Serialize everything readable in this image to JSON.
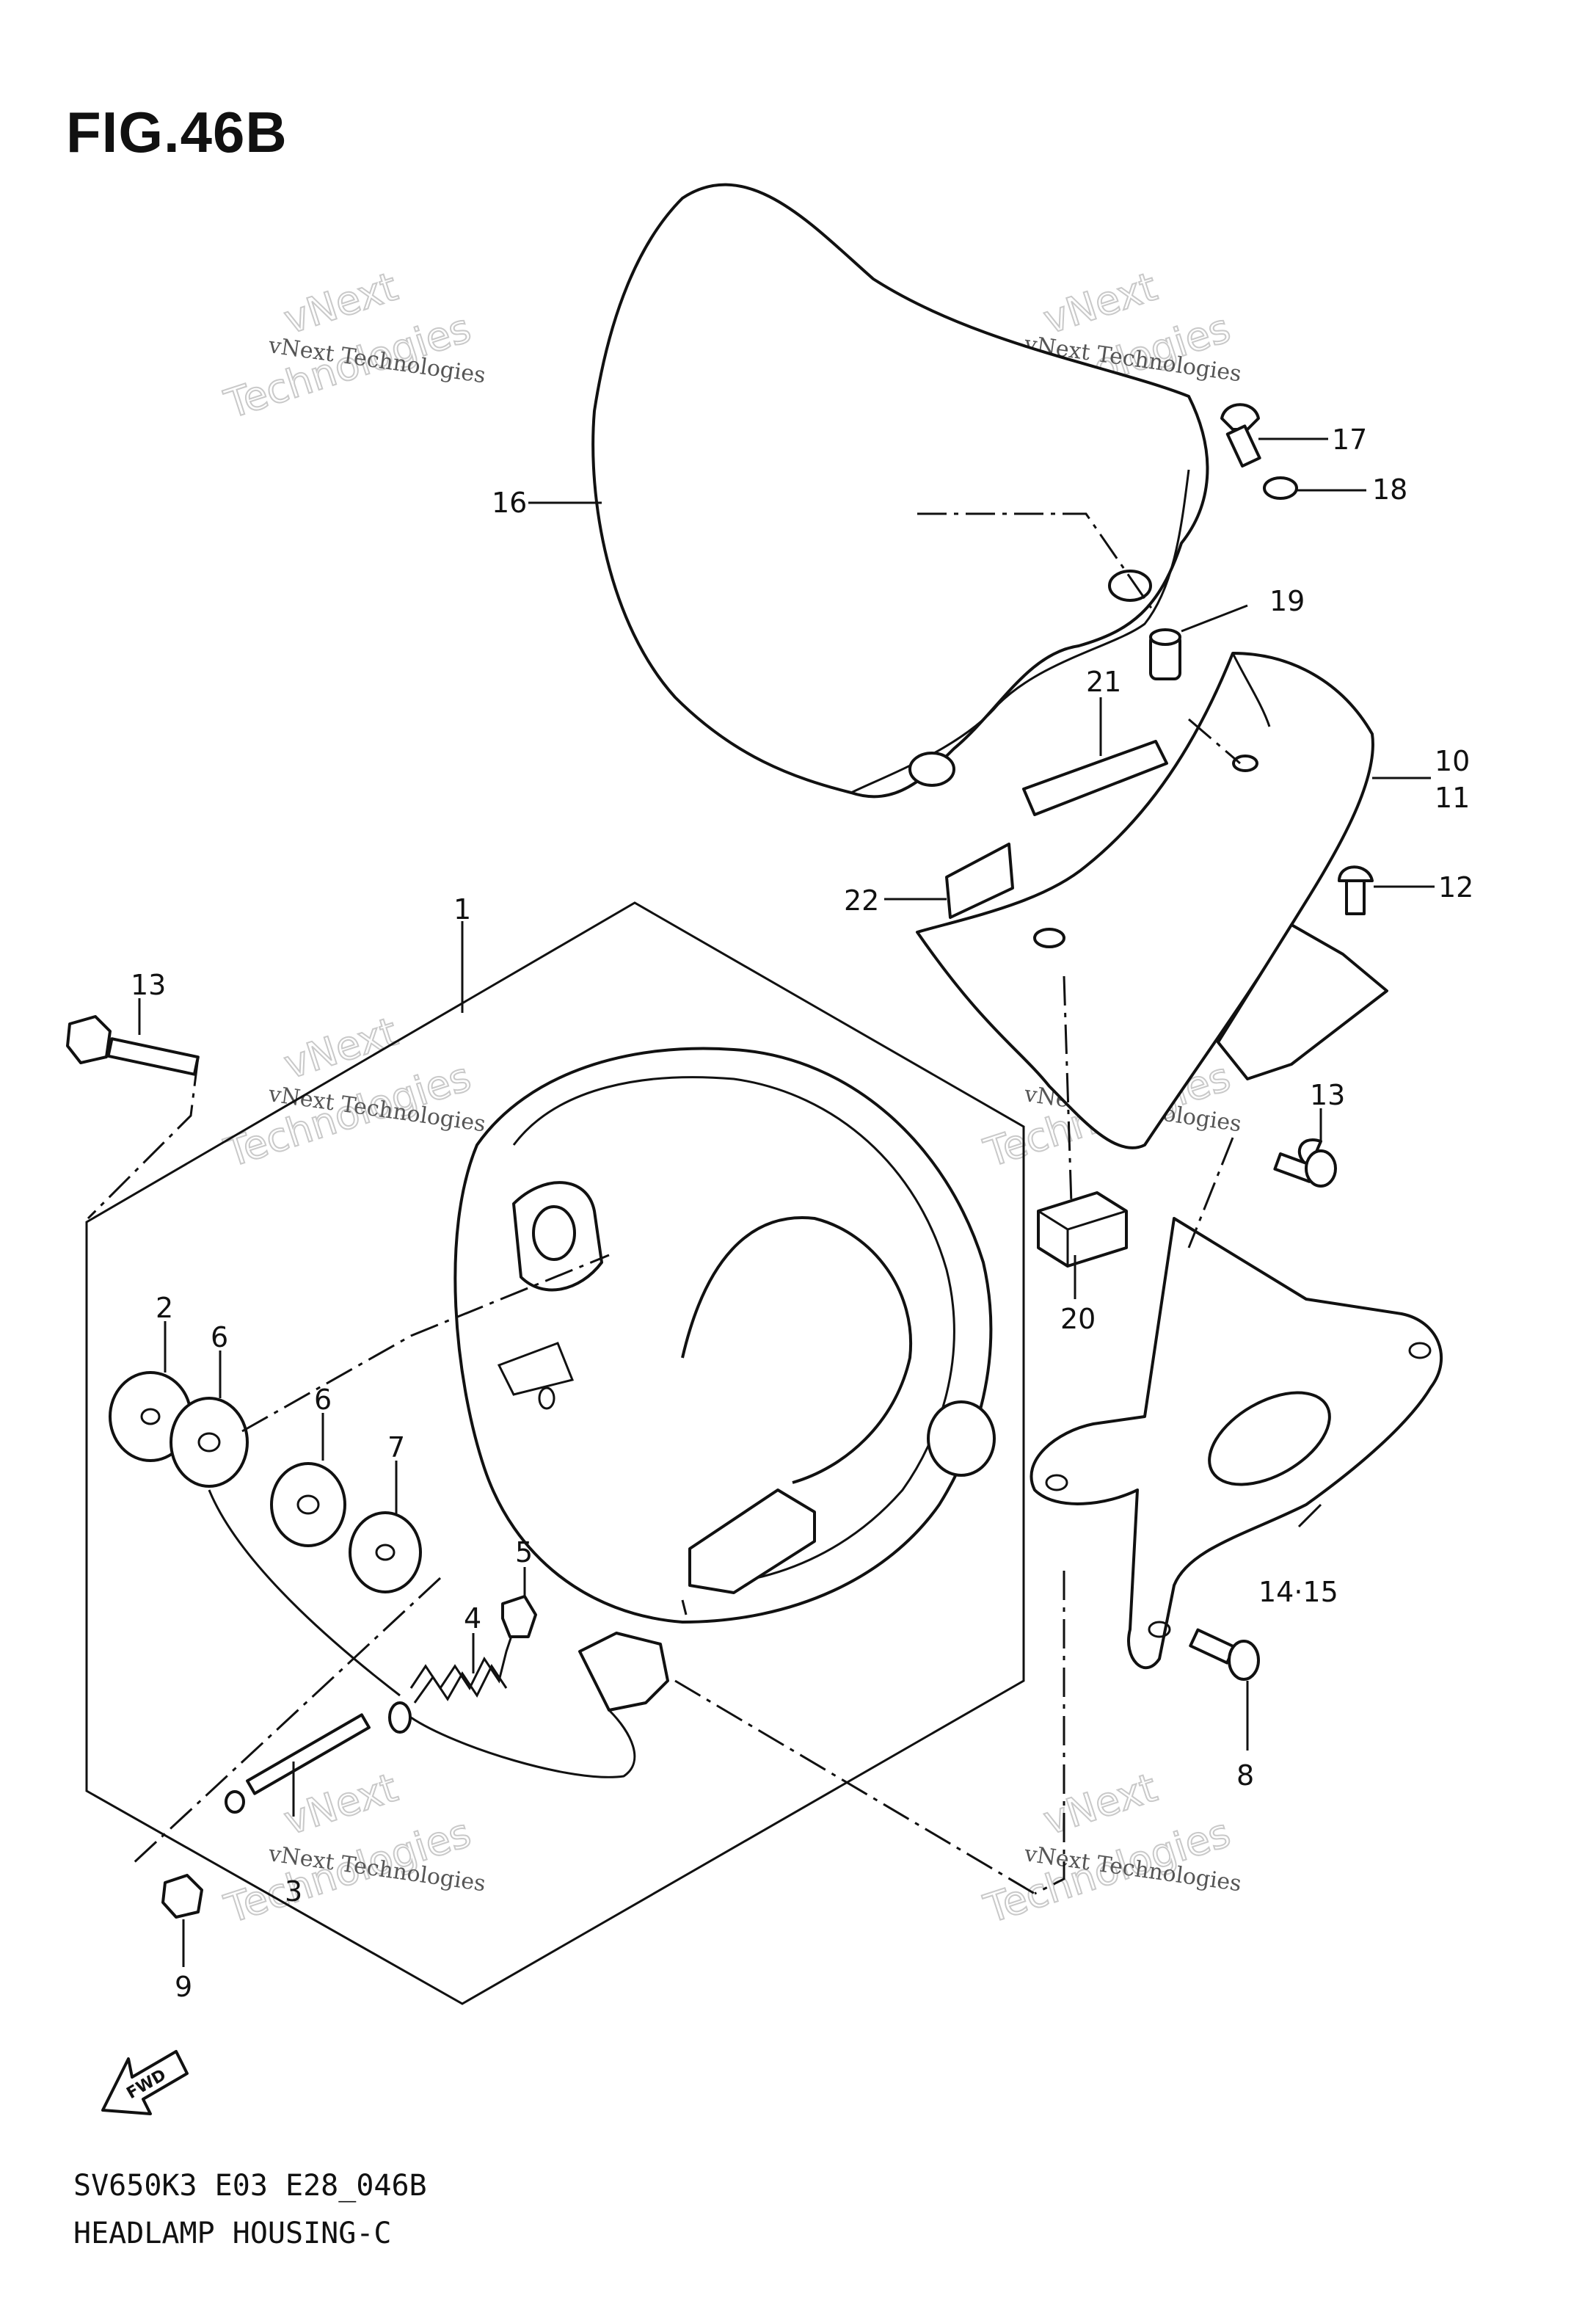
{
  "figure": {
    "title": "FIG.46B",
    "model_code": "SV650K3 E03 E28_046B",
    "caption": "HEADLAMP HOUSING-C",
    "fwd_label": "FWD"
  },
  "watermark": {
    "line1": "vNext Technologies",
    "line2": "vNext Technologies",
    "line3": "vNext",
    "line4": "Technologies"
  },
  "callouts": [
    "1",
    "2",
    "3",
    "4",
    "5",
    "6",
    "6",
    "7",
    "8",
    "9",
    "10",
    "11",
    "12",
    "13",
    "13",
    "14·15",
    "16",
    "17",
    "18",
    "19",
    "20",
    "21",
    "22"
  ]
}
